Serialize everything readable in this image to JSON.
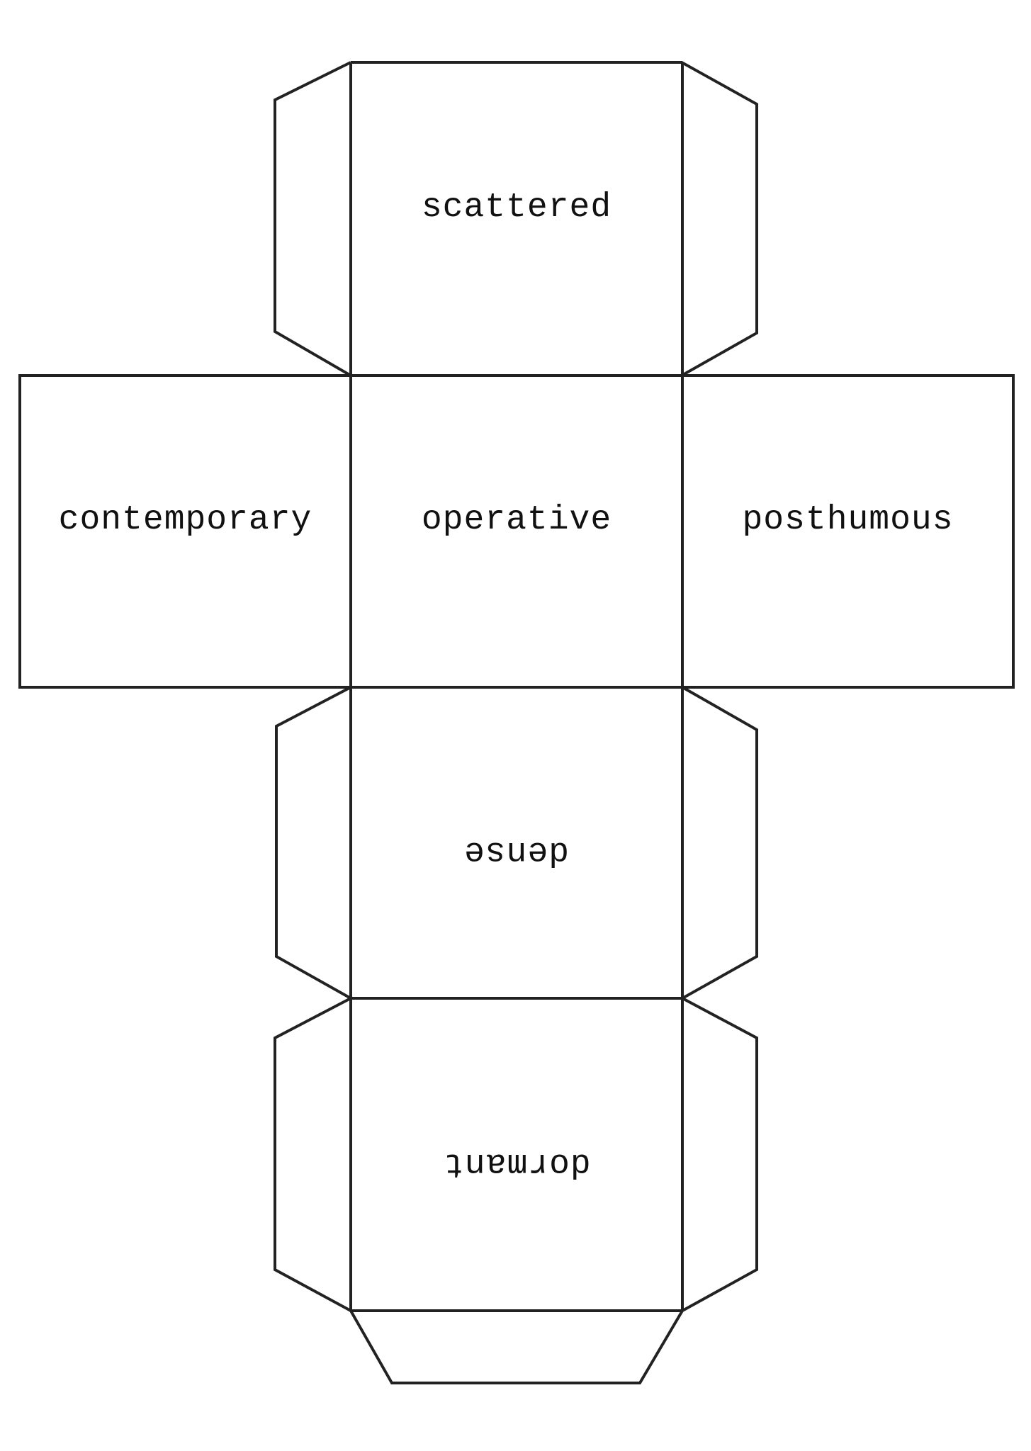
{
  "page": {
    "background_color": "#ffffff"
  },
  "diagram": {
    "type": "cube-net-template",
    "line_color": "#222222",
    "text_color": "#111111",
    "glue_tab_count": 7,
    "faces": [
      {
        "position": "top",
        "label": "scattered",
        "rotation_deg": 0
      },
      {
        "position": "middle-left",
        "label": "contemporary",
        "rotation_deg": 0
      },
      {
        "position": "middle-center",
        "label": "operative",
        "rotation_deg": 0
      },
      {
        "position": "middle-right",
        "label": "posthumous",
        "rotation_deg": 0
      },
      {
        "position": "lower-center",
        "label": "dense",
        "rotation_deg": 180
      },
      {
        "position": "bottom-center",
        "label": "dormant",
        "rotation_deg": 180
      }
    ]
  }
}
